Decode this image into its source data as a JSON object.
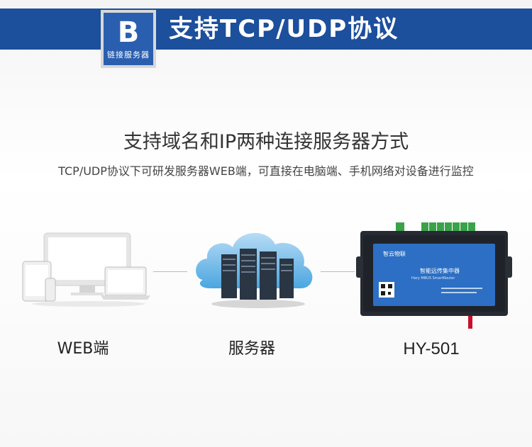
{
  "header": {
    "badge_letter": "B",
    "badge_caption": "链接服务器",
    "title": "支持TCP/UDP协议"
  },
  "headline": "支持域名和IP两种连接服务器方式",
  "description": "TCP/UDP协议下可研发服务器WEB端，可直接在电脑端、手机网络对设备进行监控",
  "devices": [
    {
      "label": "WEB端",
      "icon": "multi-device-icon"
    },
    {
      "label": "服务器",
      "icon": "cloud-server-icon"
    },
    {
      "label": "HY-501",
      "icon": "router-device-icon"
    }
  ],
  "router_panel": {
    "brand": "智云物联",
    "title": "智能远传集中器",
    "subtitle": "Hary MBUS SmartRouter"
  },
  "colors": {
    "header_blue": "#1c4f9c",
    "badge_blue": "#2a5fb0",
    "terminal_green": "#3aa34a",
    "router_panel_blue": "#2c6fc4"
  }
}
